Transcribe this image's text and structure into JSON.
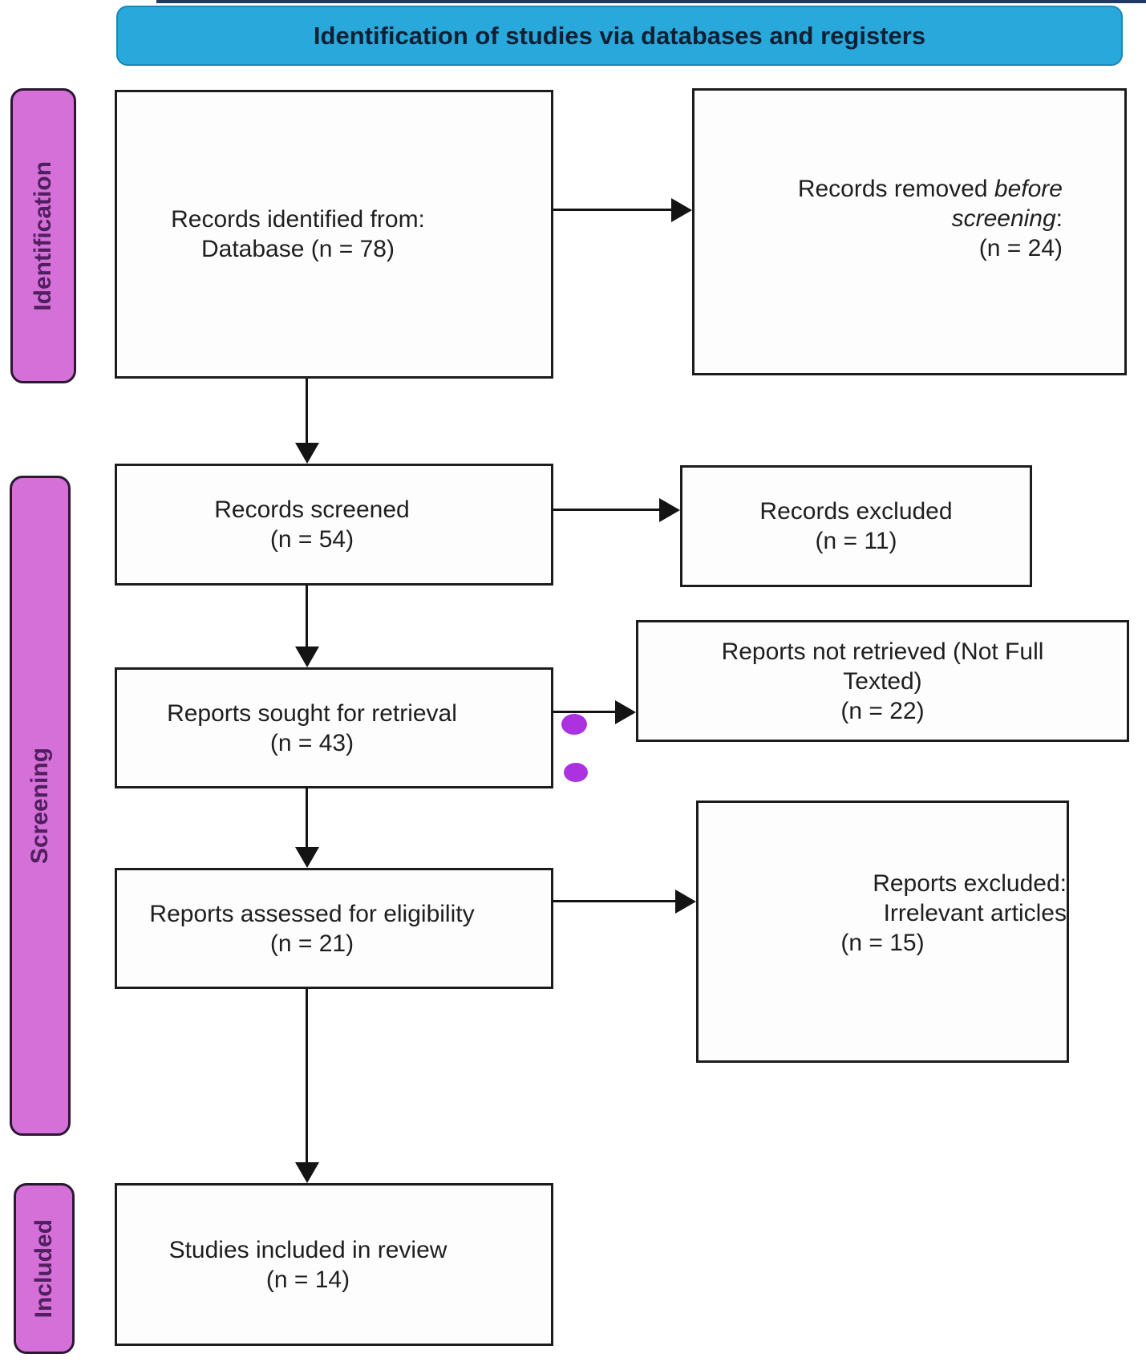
{
  "header": {
    "title": "Identification of studies via databases and registers"
  },
  "sidebar": {
    "identification": "Identification",
    "screening": "Screening",
    "included": "Included"
  },
  "boxes": {
    "records_identified": {
      "lines": [
        "Records identified from:",
        "Database (n = 78)"
      ]
    },
    "records_removed": {
      "pre": "Records removed ",
      "italic1": "before",
      "italic2": "screening",
      "post": ":",
      "count": "(n = 24)"
    },
    "records_screened": {
      "lines": [
        "Records screened",
        "(n = 54)"
      ]
    },
    "records_excluded": {
      "lines": [
        "Records excluded",
        "(n = 11)"
      ]
    },
    "reports_sought": {
      "lines": [
        "Reports sought for retrieval",
        "(n = 43)"
      ]
    },
    "reports_not_retrieved": {
      "lines": [
        "Reports not retrieved (Not Full",
        "Texted)",
        "(n = 22)"
      ]
    },
    "reports_assessed": {
      "lines": [
        "Reports assessed for eligibility",
        "(n = 21)"
      ]
    },
    "reports_excluded_irrelevant": {
      "lines": [
        "Reports excluded:",
        "Irrelevant articles",
        "(n = 15)"
      ]
    },
    "studies_included": {
      "lines": [
        "Studies included in review",
        "(n = 14)"
      ]
    }
  },
  "colors": {
    "header_fill": "#29a8dc",
    "stagebar_fill": "#d470d8",
    "box_border": "#1c1c1c",
    "blob_purple": "#a015dd"
  }
}
